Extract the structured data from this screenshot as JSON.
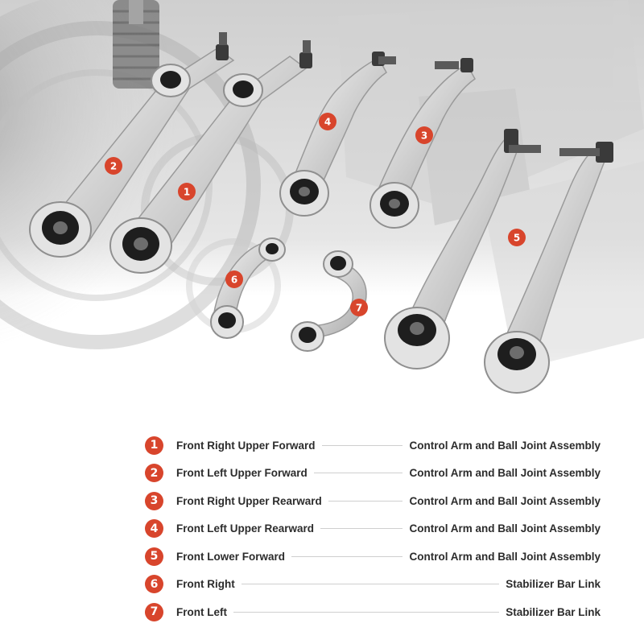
{
  "callouts": [
    "1",
    "2",
    "3",
    "4",
    "5",
    "6",
    "7"
  ],
  "legend": [
    {
      "num": "1",
      "position": "Front Right Upper Forward",
      "description": "Control Arm and Ball Joint Assembly"
    },
    {
      "num": "2",
      "position": "Front Left Upper Forward",
      "description": "Control Arm and Ball Joint Assembly"
    },
    {
      "num": "3",
      "position": "Front Right Upper Rearward",
      "description": "Control Arm and Ball Joint Assembly"
    },
    {
      "num": "4",
      "position": "Front Left Upper Rearward",
      "description": "Control Arm and Ball Joint Assembly"
    },
    {
      "num": "5",
      "position": "Front Lower Forward",
      "description": "Control Arm and Ball Joint Assembly"
    },
    {
      "num": "6",
      "position": "Front Right",
      "description": "Stabilizer Bar Link"
    },
    {
      "num": "7",
      "position": "Front Left",
      "description": "Stabilizer Bar Link"
    }
  ],
  "colors": {
    "badge": "#d8452c",
    "text": "#2c2c2c",
    "metal": "#d6d6d6",
    "bushing": "#1e1e1e"
  }
}
